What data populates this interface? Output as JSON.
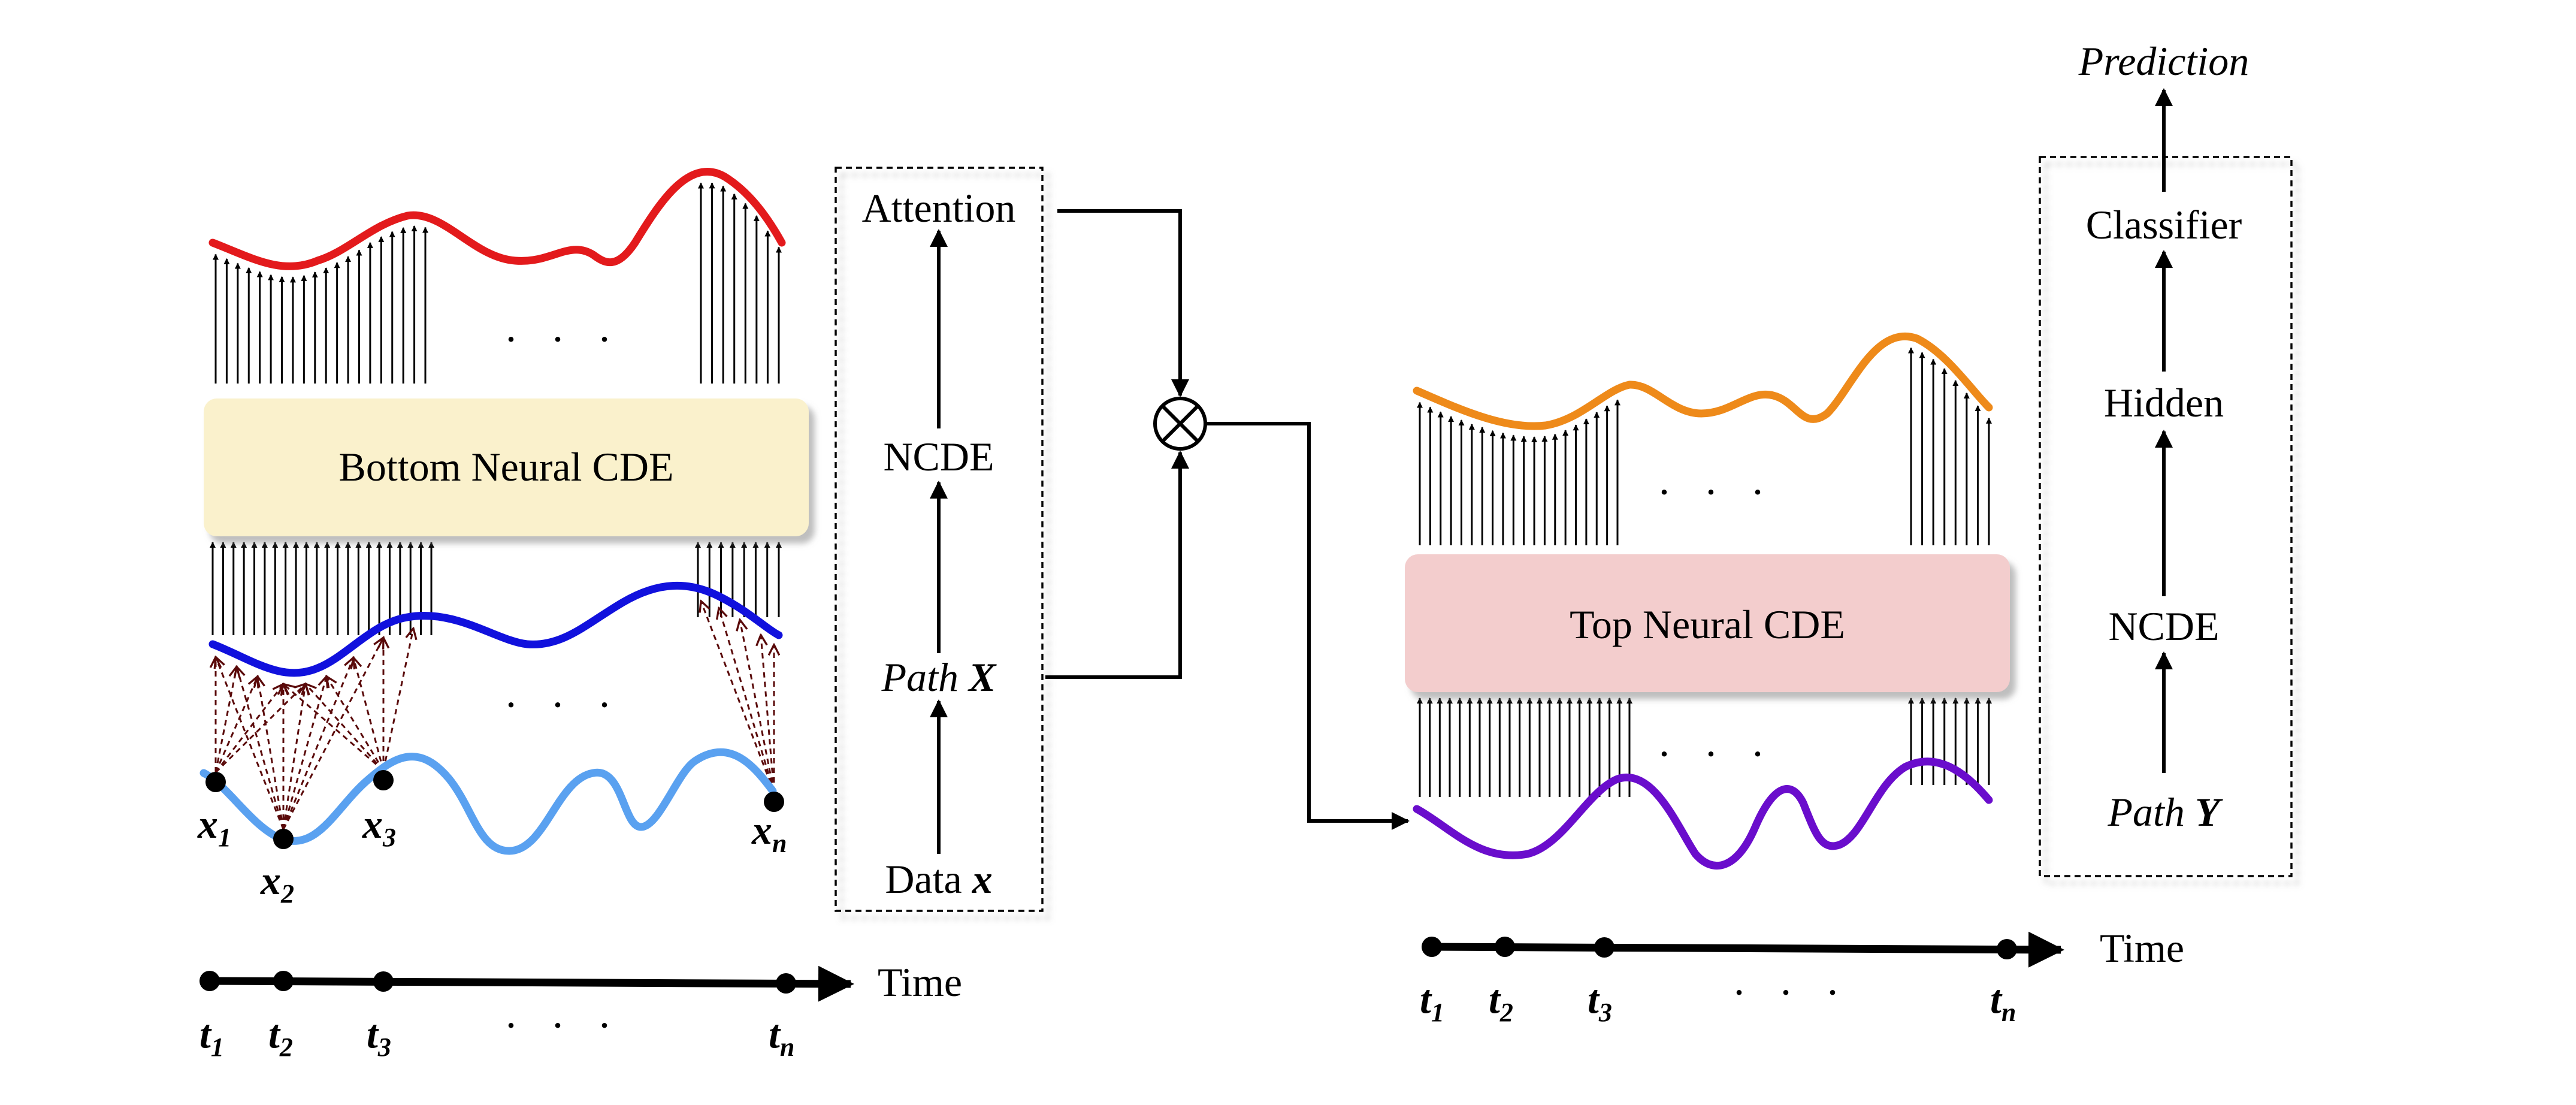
{
  "bottom_block": {
    "title": "Bottom Neural CDE",
    "fill": "#FAF1CC",
    "input_curve_color": "#5AA1F0",
    "path_curve_color": "#1111DD",
    "output_curve_color": "#E31A1C",
    "ellipsis": "· · ·",
    "points": [
      {
        "var": "x",
        "sub": "1"
      },
      {
        "var": "x",
        "sub": "2"
      },
      {
        "var": "x",
        "sub": "3"
      },
      {
        "var": "x",
        "sub": "n"
      }
    ],
    "time_ticks": [
      {
        "var": "t",
        "sub": "1"
      },
      {
        "var": "t",
        "sub": "2"
      },
      {
        "var": "t",
        "sub": "3"
      },
      {
        "var": "",
        "sub": "· · ·"
      },
      {
        "var": "t",
        "sub": "n"
      }
    ],
    "time_label": "Time"
  },
  "bottom_pipeline": {
    "steps": [
      {
        "prefix": "Data",
        "math": "x"
      },
      {
        "prefix": "Path",
        "math": "X"
      },
      {
        "prefix": "NCDE",
        "math": ""
      },
      {
        "prefix": "Attention",
        "math": ""
      }
    ]
  },
  "combine": {
    "symbol": "⊗"
  },
  "top_block": {
    "title": "Top Neural CDE",
    "fill": "#F3CDCD",
    "input_curve_color": "#6A0DCC",
    "output_curve_color": "#EE8A1A",
    "ellipsis": "· · ·",
    "time_ticks": [
      {
        "var": "t",
        "sub": "1"
      },
      {
        "var": "t",
        "sub": "2"
      },
      {
        "var": "t",
        "sub": "3"
      },
      {
        "var": "",
        "sub": "· · ·"
      },
      {
        "var": "t",
        "sub": "n"
      }
    ],
    "time_label": "Time"
  },
  "top_pipeline": {
    "steps": [
      {
        "prefix": "Path",
        "math": "Y"
      },
      {
        "prefix": "NCDE",
        "math": ""
      },
      {
        "prefix": "Hidden",
        "math": ""
      },
      {
        "prefix": "Classifier",
        "math": ""
      }
    ],
    "output": "Prediction"
  }
}
